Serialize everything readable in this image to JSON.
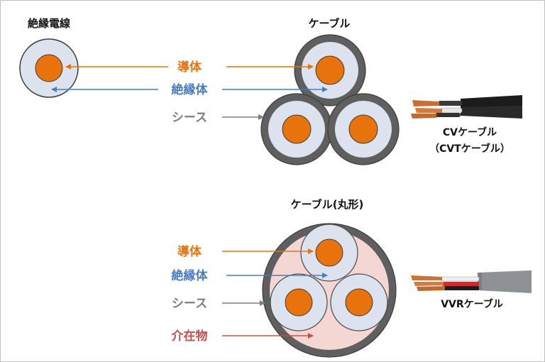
{
  "titles": {
    "wire": "絶縁電線",
    "cable": "ケーブル",
    "cable_round": "ケーブル(丸形)"
  },
  "labels": {
    "conductor": "導体",
    "insulator": "絶縁体",
    "sheath": "シース",
    "filler": "介在物"
  },
  "captions": {
    "cv": "CVケーブル",
    "cvt": "（CVTケーブル）",
    "vvr": "VVRケーブル"
  },
  "colors": {
    "conductor": "#e8730c",
    "insulator": "#dde3ee",
    "sheath": "#5f5f5f",
    "filler": "#f4d6d2",
    "label_conductor": "#e8730c",
    "label_insulator": "#4a7cc0",
    "label_sheath": "#7d7d7d",
    "label_filler": "#c0504d"
  }
}
